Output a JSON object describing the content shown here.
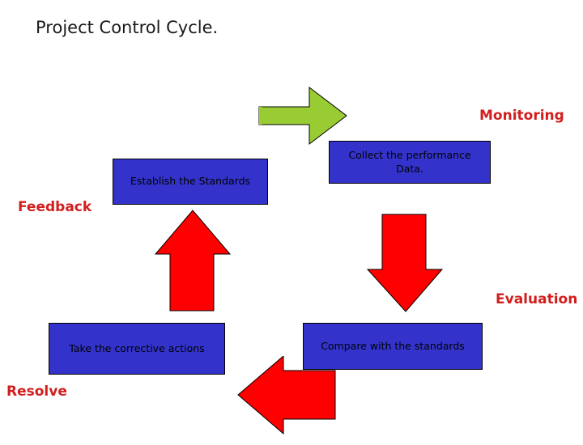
{
  "page": {
    "title": "Project Control Cycle.",
    "background_color": "#ffffff"
  },
  "colors": {
    "box_fill": "#3333cc",
    "box_border": "#000000",
    "label_text": "#d21e1e",
    "green_arrow": "#99cc33",
    "red_arrow": "#ff0000",
    "arrow_outline": "#000000",
    "title_text": "#1a1a1a"
  },
  "boxes": [
    {
      "id": "establish",
      "text": "Establish  the Standards"
    },
    {
      "id": "collect",
      "text": "Collect the performance Data."
    },
    {
      "id": "compare",
      "text": "Compare with the standards"
    },
    {
      "id": "corrective",
      "text": "Take the corrective actions"
    }
  ],
  "labels": [
    {
      "id": "monitoring",
      "text": "Monitoring"
    },
    {
      "id": "feedback",
      "text": "Feedback"
    },
    {
      "id": "evaluation",
      "text": "Evaluation"
    },
    {
      "id": "resolve",
      "text": "Resolve"
    }
  ],
  "arrows": [
    {
      "id": "top-green",
      "direction": "right",
      "color": "#99cc33"
    },
    {
      "id": "right-red",
      "direction": "down",
      "color": "#ff0000"
    },
    {
      "id": "bottom-red",
      "direction": "left",
      "color": "#ff0000"
    },
    {
      "id": "left-red",
      "direction": "up",
      "color": "#ff0000"
    }
  ]
}
